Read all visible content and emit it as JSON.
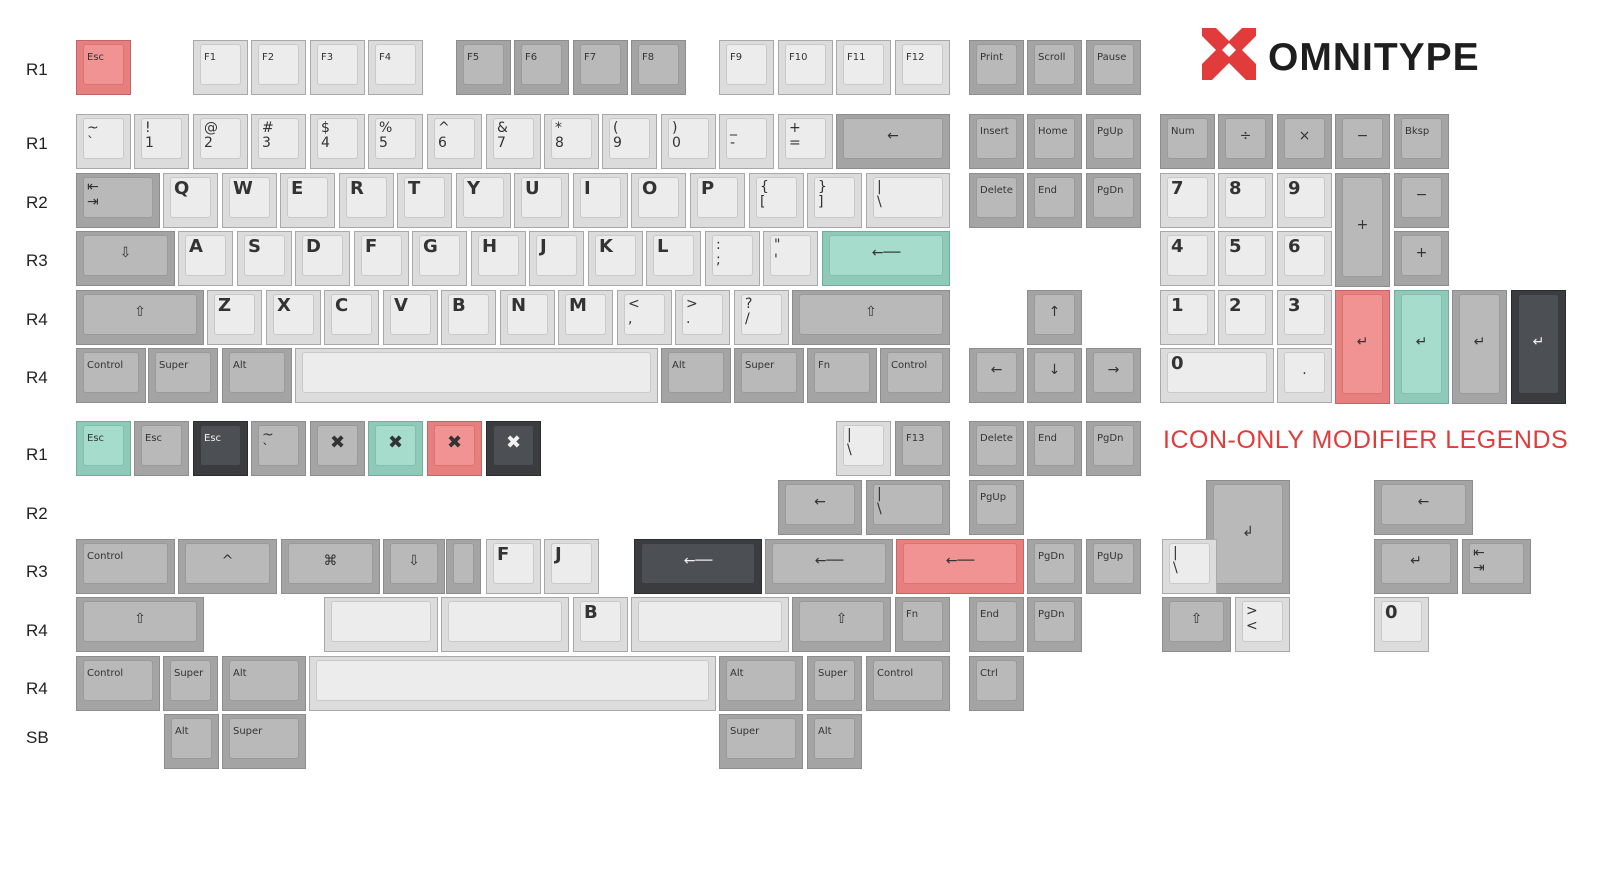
{
  "brand": {
    "name": "OMNITYPE",
    "color": "#e23b3b"
  },
  "note": "ICON-ONLY MODIFIER LEGENDS",
  "row_labels": [
    "R1",
    "R1",
    "R2",
    "R3",
    "R4",
    "R4",
    "R1",
    "R2",
    "R3",
    "R4",
    "R4",
    "SB"
  ],
  "colors": {
    "light": "#ececec",
    "mid": "#b9b9b9",
    "dark": "#4c4f54",
    "red": "#f29393",
    "teal": "#a6dccb"
  },
  "keys": [
    {
      "l": "Esc",
      "c": "red"
    },
    {
      "l": "F1",
      "c": "light"
    },
    {
      "l": "F2",
      "c": "light"
    },
    {
      "l": "F3",
      "c": "light"
    },
    {
      "l": "F4",
      "c": "light"
    },
    {
      "l": "F5",
      "c": "mid"
    },
    {
      "l": "F6",
      "c": "mid"
    },
    {
      "l": "F7",
      "c": "mid"
    },
    {
      "l": "F8",
      "c": "mid"
    },
    {
      "l": "F9",
      "c": "light"
    },
    {
      "l": "F10",
      "c": "light"
    },
    {
      "l": "F11",
      "c": "light"
    },
    {
      "l": "F12",
      "c": "light"
    },
    {
      "l": "Print",
      "c": "mid"
    },
    {
      "l": "Scroll",
      "c": "mid"
    },
    {
      "l": "Pause",
      "c": "mid"
    },
    {
      "l": "~\n`",
      "c": "light"
    },
    {
      "l": "!\n1",
      "c": "light"
    },
    {
      "l": "@\n2",
      "c": "light"
    },
    {
      "l": "#\n3",
      "c": "light"
    },
    {
      "l": "$\n4",
      "c": "light"
    },
    {
      "l": "%\n5",
      "c": "light"
    },
    {
      "l": "^\n6",
      "c": "light"
    },
    {
      "l": "&\n7",
      "c": "light"
    },
    {
      "l": "*\n8",
      "c": "light"
    },
    {
      "l": "(\n9",
      "c": "light"
    },
    {
      "l": ")\n0",
      "c": "light"
    },
    {
      "l": "_\n-",
      "c": "light"
    },
    {
      "l": "+\n=",
      "c": "light"
    },
    {
      "l": "←",
      "c": "mid"
    },
    {
      "l": "Insert",
      "c": "mid"
    },
    {
      "l": "Home",
      "c": "mid"
    },
    {
      "l": "PgUp",
      "c": "mid"
    },
    {
      "l": "Num",
      "c": "mid"
    },
    {
      "l": "÷",
      "c": "mid"
    },
    {
      "l": "×",
      "c": "mid"
    },
    {
      "l": "−",
      "c": "mid"
    },
    {
      "l": "Bksp",
      "c": "mid"
    },
    {
      "l": "⇤\n⇥",
      "c": "mid"
    },
    {
      "l": "Q",
      "c": "light"
    },
    {
      "l": "W",
      "c": "light"
    },
    {
      "l": "E",
      "c": "light"
    },
    {
      "l": "R",
      "c": "light"
    },
    {
      "l": "T",
      "c": "light"
    },
    {
      "l": "Y",
      "c": "light"
    },
    {
      "l": "U",
      "c": "light"
    },
    {
      "l": "I",
      "c": "light"
    },
    {
      "l": "O",
      "c": "light"
    },
    {
      "l": "P",
      "c": "light"
    },
    {
      "l": "{\n[",
      "c": "light"
    },
    {
      "l": "}\n]",
      "c": "light"
    },
    {
      "l": "|\n\\",
      "c": "light"
    },
    {
      "l": "Delete",
      "c": "mid"
    },
    {
      "l": "End",
      "c": "mid"
    },
    {
      "l": "PgDn",
      "c": "mid"
    },
    {
      "l": "7",
      "c": "light"
    },
    {
      "l": "8",
      "c": "light"
    },
    {
      "l": "9",
      "c": "light"
    },
    {
      "l": "+",
      "c": "mid"
    },
    {
      "l": "−",
      "c": "mid"
    },
    {
      "l": "⇩",
      "c": "mid"
    },
    {
      "l": "A",
      "c": "light"
    },
    {
      "l": "S",
      "c": "light"
    },
    {
      "l": "D",
      "c": "light"
    },
    {
      "l": "F",
      "c": "light"
    },
    {
      "l": "G",
      "c": "light"
    },
    {
      "l": "H",
      "c": "light"
    },
    {
      "l": "J",
      "c": "light"
    },
    {
      "l": "K",
      "c": "light"
    },
    {
      "l": "L",
      "c": "light"
    },
    {
      "l": ":\n;",
      "c": "light"
    },
    {
      "l": "\"\n'",
      "c": "light"
    },
    {
      "l": "←──",
      "c": "teal"
    },
    {
      "l": "4",
      "c": "light"
    },
    {
      "l": "5",
      "c": "light"
    },
    {
      "l": "6",
      "c": "light"
    },
    {
      "l": "+",
      "c": "mid"
    },
    {
      "l": "⇧",
      "c": "mid"
    },
    {
      "l": "Z",
      "c": "light"
    },
    {
      "l": "X",
      "c": "light"
    },
    {
      "l": "C",
      "c": "light"
    },
    {
      "l": "V",
      "c": "light"
    },
    {
      "l": "B",
      "c": "light"
    },
    {
      "l": "N",
      "c": "light"
    },
    {
      "l": "M",
      "c": "light"
    },
    {
      "l": "<\n,",
      "c": "light"
    },
    {
      "l": ">\n.",
      "c": "light"
    },
    {
      "l": "?\n/",
      "c": "light"
    },
    {
      "l": "⇧",
      "c": "mid"
    },
    {
      "l": "↑",
      "c": "mid"
    },
    {
      "l": "1",
      "c": "light"
    },
    {
      "l": "2",
      "c": "light"
    },
    {
      "l": "3",
      "c": "light"
    },
    {
      "l": "↵",
      "c": "red"
    },
    {
      "l": "↵",
      "c": "teal"
    },
    {
      "l": "↵",
      "c": "mid"
    },
    {
      "l": "↵",
      "c": "dark"
    },
    {
      "l": "Control",
      "c": "mid"
    },
    {
      "l": "Super",
      "c": "mid"
    },
    {
      "l": "Alt",
      "c": "mid"
    },
    {
      "l": "",
      "c": "light"
    },
    {
      "l": "Alt",
      "c": "mid"
    },
    {
      "l": "Super",
      "c": "mid"
    },
    {
      "l": "Fn",
      "c": "mid"
    },
    {
      "l": "Control",
      "c": "mid"
    },
    {
      "l": "←",
      "c": "mid"
    },
    {
      "l": "↓",
      "c": "mid"
    },
    {
      "l": "→",
      "c": "mid"
    },
    {
      "l": "0",
      "c": "light"
    },
    {
      "l": ".",
      "c": "light"
    },
    {
      "l": "Esc",
      "c": "teal"
    },
    {
      "l": "Esc",
      "c": "mid"
    },
    {
      "l": "Esc",
      "c": "dark"
    },
    {
      "l": "~\n`",
      "c": "mid"
    },
    {
      "l": "✖",
      "c": "mid"
    },
    {
      "l": "✖",
      "c": "teal"
    },
    {
      "l": "✖",
      "c": "red"
    },
    {
      "l": "✖",
      "c": "dark"
    },
    {
      "l": "|\n\\",
      "c": "light"
    },
    {
      "l": "F13",
      "c": "mid"
    },
    {
      "l": "Delete",
      "c": "mid"
    },
    {
      "l": "End",
      "c": "mid"
    },
    {
      "l": "PgDn",
      "c": "mid"
    },
    {
      "l": "←",
      "c": "mid"
    },
    {
      "l": "|\n\\",
      "c": "mid"
    },
    {
      "l": "PgUp",
      "c": "mid"
    },
    {
      "l": "↲",
      "c": "mid"
    },
    {
      "l": "←",
      "c": "mid"
    },
    {
      "l": "Control",
      "c": "mid"
    },
    {
      "l": "^",
      "c": "mid"
    },
    {
      "l": "⌘",
      "c": "mid"
    },
    {
      "l": "⇩",
      "c": "mid"
    },
    {
      "l": "",
      "c": "mid"
    },
    {
      "l": "F",
      "c": "light"
    },
    {
      "l": "J",
      "c": "light"
    },
    {
      "l": "←──",
      "c": "dark"
    },
    {
      "l": "←──",
      "c": "mid"
    },
    {
      "l": "←──",
      "c": "red"
    },
    {
      "l": "PgDn",
      "c": "mid"
    },
    {
      "l": "PgUp",
      "c": "mid"
    },
    {
      "l": "|\n\\",
      "c": "light"
    },
    {
      "l": "↵",
      "c": "mid"
    },
    {
      "l": "⇤\n⇥",
      "c": "mid"
    },
    {
      "l": "⇧",
      "c": "mid"
    },
    {
      "l": "",
      "c": "light"
    },
    {
      "l": "",
      "c": "light"
    },
    {
      "l": "B",
      "c": "light"
    },
    {
      "l": "",
      "c": "light"
    },
    {
      "l": "⇧",
      "c": "mid"
    },
    {
      "l": "Fn",
      "c": "mid"
    },
    {
      "l": "End",
      "c": "mid"
    },
    {
      "l": "PgDn",
      "c": "mid"
    },
    {
      "l": "⇧",
      "c": "mid"
    },
    {
      "l": ">\n<",
      "c": "light"
    },
    {
      "l": "0",
      "c": "light"
    },
    {
      "l": "Control",
      "c": "mid"
    },
    {
      "l": "Super",
      "c": "mid"
    },
    {
      "l": "Alt",
      "c": "mid"
    },
    {
      "l": "",
      "c": "light"
    },
    {
      "l": "Alt",
      "c": "mid"
    },
    {
      "l": "Super",
      "c": "mid"
    },
    {
      "l": "Control",
      "c": "mid"
    },
    {
      "l": "Ctrl",
      "c": "mid"
    },
    {
      "l": "Alt",
      "c": "mid"
    },
    {
      "l": "Super",
      "c": "mid"
    },
    {
      "l": "Super",
      "c": "mid"
    },
    {
      "l": "Alt",
      "c": "mid"
    }
  ]
}
